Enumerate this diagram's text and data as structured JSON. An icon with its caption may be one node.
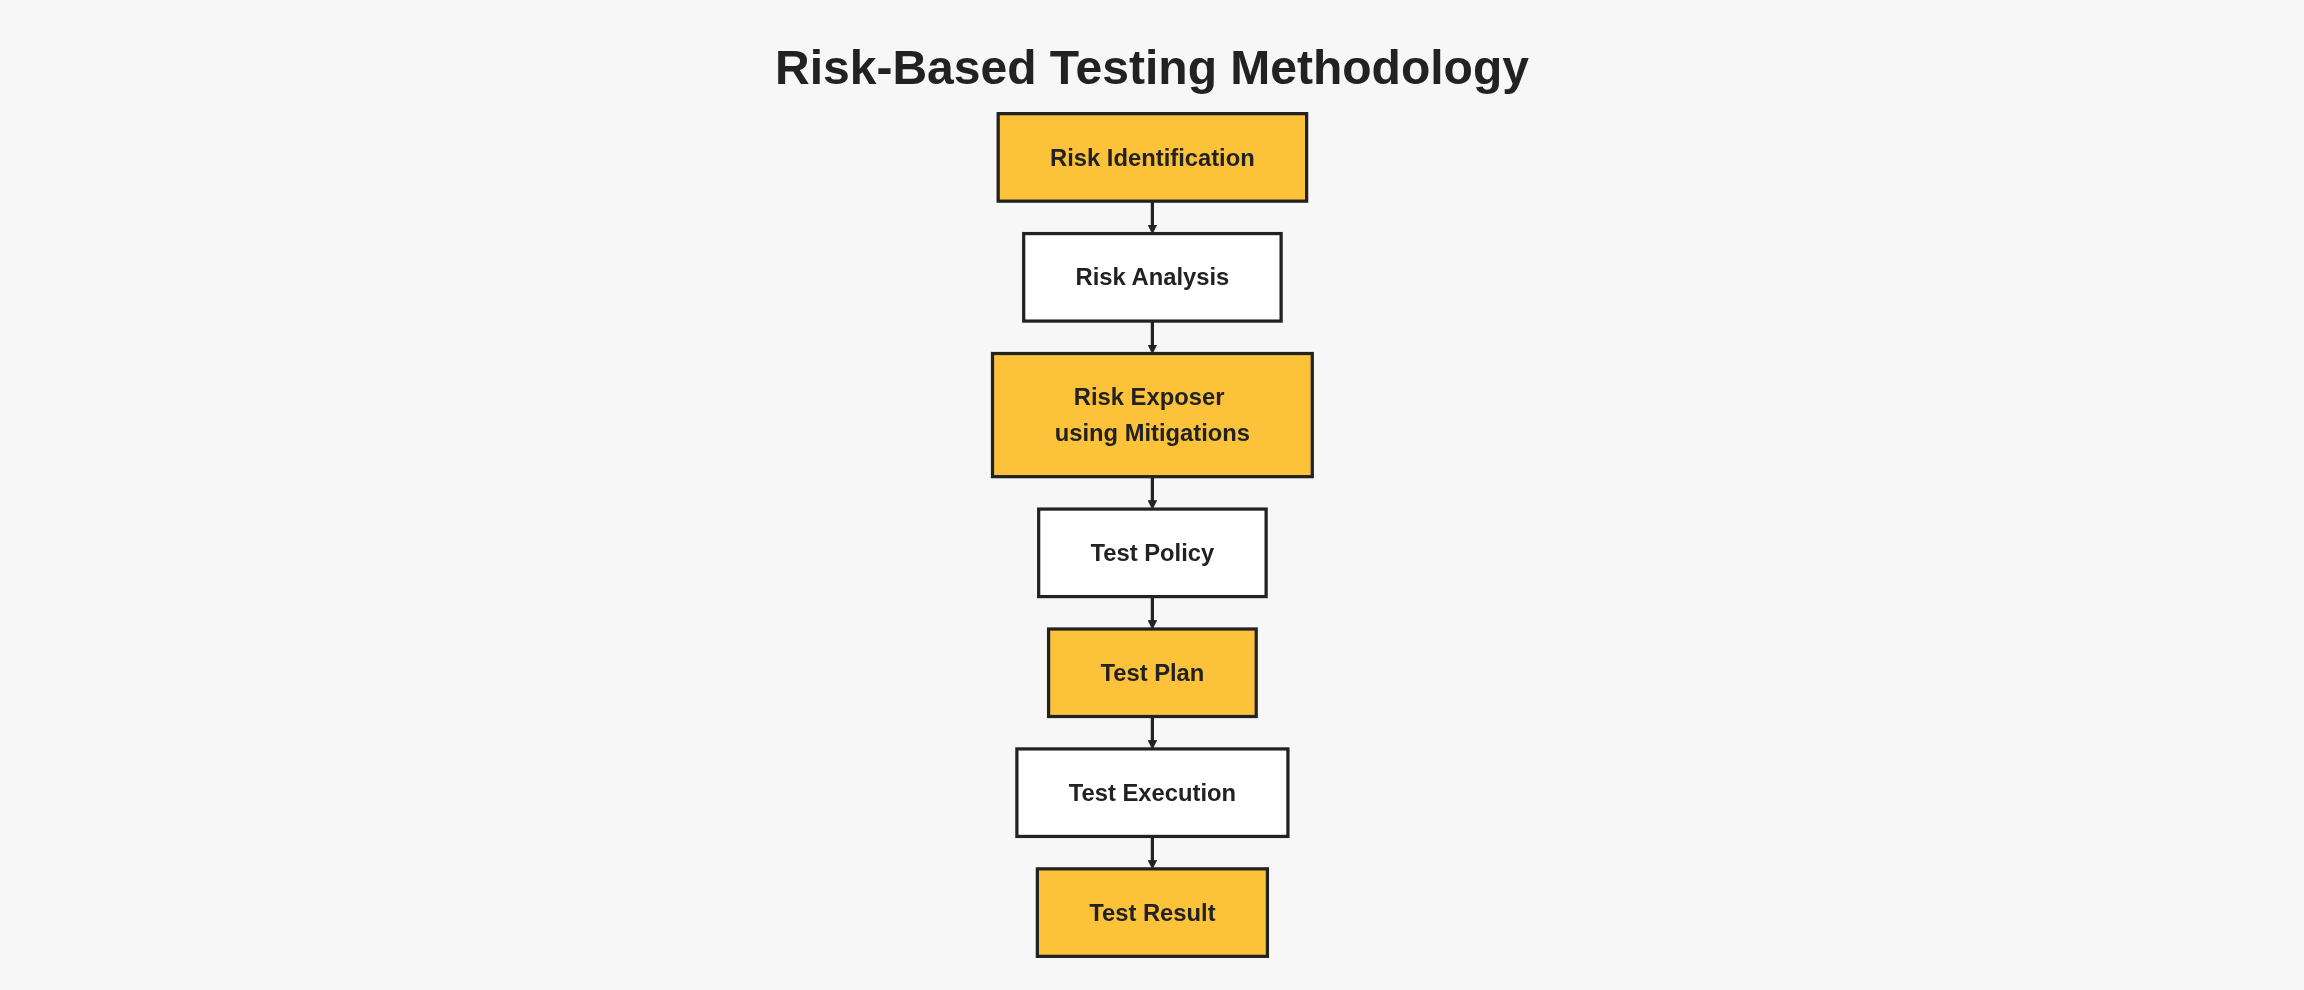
{
  "diagram": {
    "title": "Risk-Based Testing Methodology",
    "nodes": [
      {
        "text": [
          "Risk Identification"
        ]
      },
      {
        "text": [
          "Risk Analysis"
        ]
      },
      {
        "text": [
          "Risk Exposer using Mitigations"
        ]
      },
      {
        "text": [
          "Test Policy"
        ]
      },
      {
        "text": [
          "Test Plan"
        ]
      },
      {
        "text": [
          "Test Execution"
        ]
      },
      {
        "text": [
          "Test Result"
        ]
      }
    ],
    "edges": [
      {
        "from": 0,
        "to": 1,
        "arrow": "to"
      },
      {
        "from": 1,
        "to": 2,
        "arrow": "to"
      },
      {
        "from": 2,
        "to": 3,
        "arrow": "to"
      },
      {
        "from": 3,
        "to": 4,
        "arrow": "to"
      },
      {
        "from": 4,
        "to": 5,
        "arrow": "to"
      },
      {
        "from": 5,
        "to": 6,
        "arrow": "to"
      }
    ]
  }
}
